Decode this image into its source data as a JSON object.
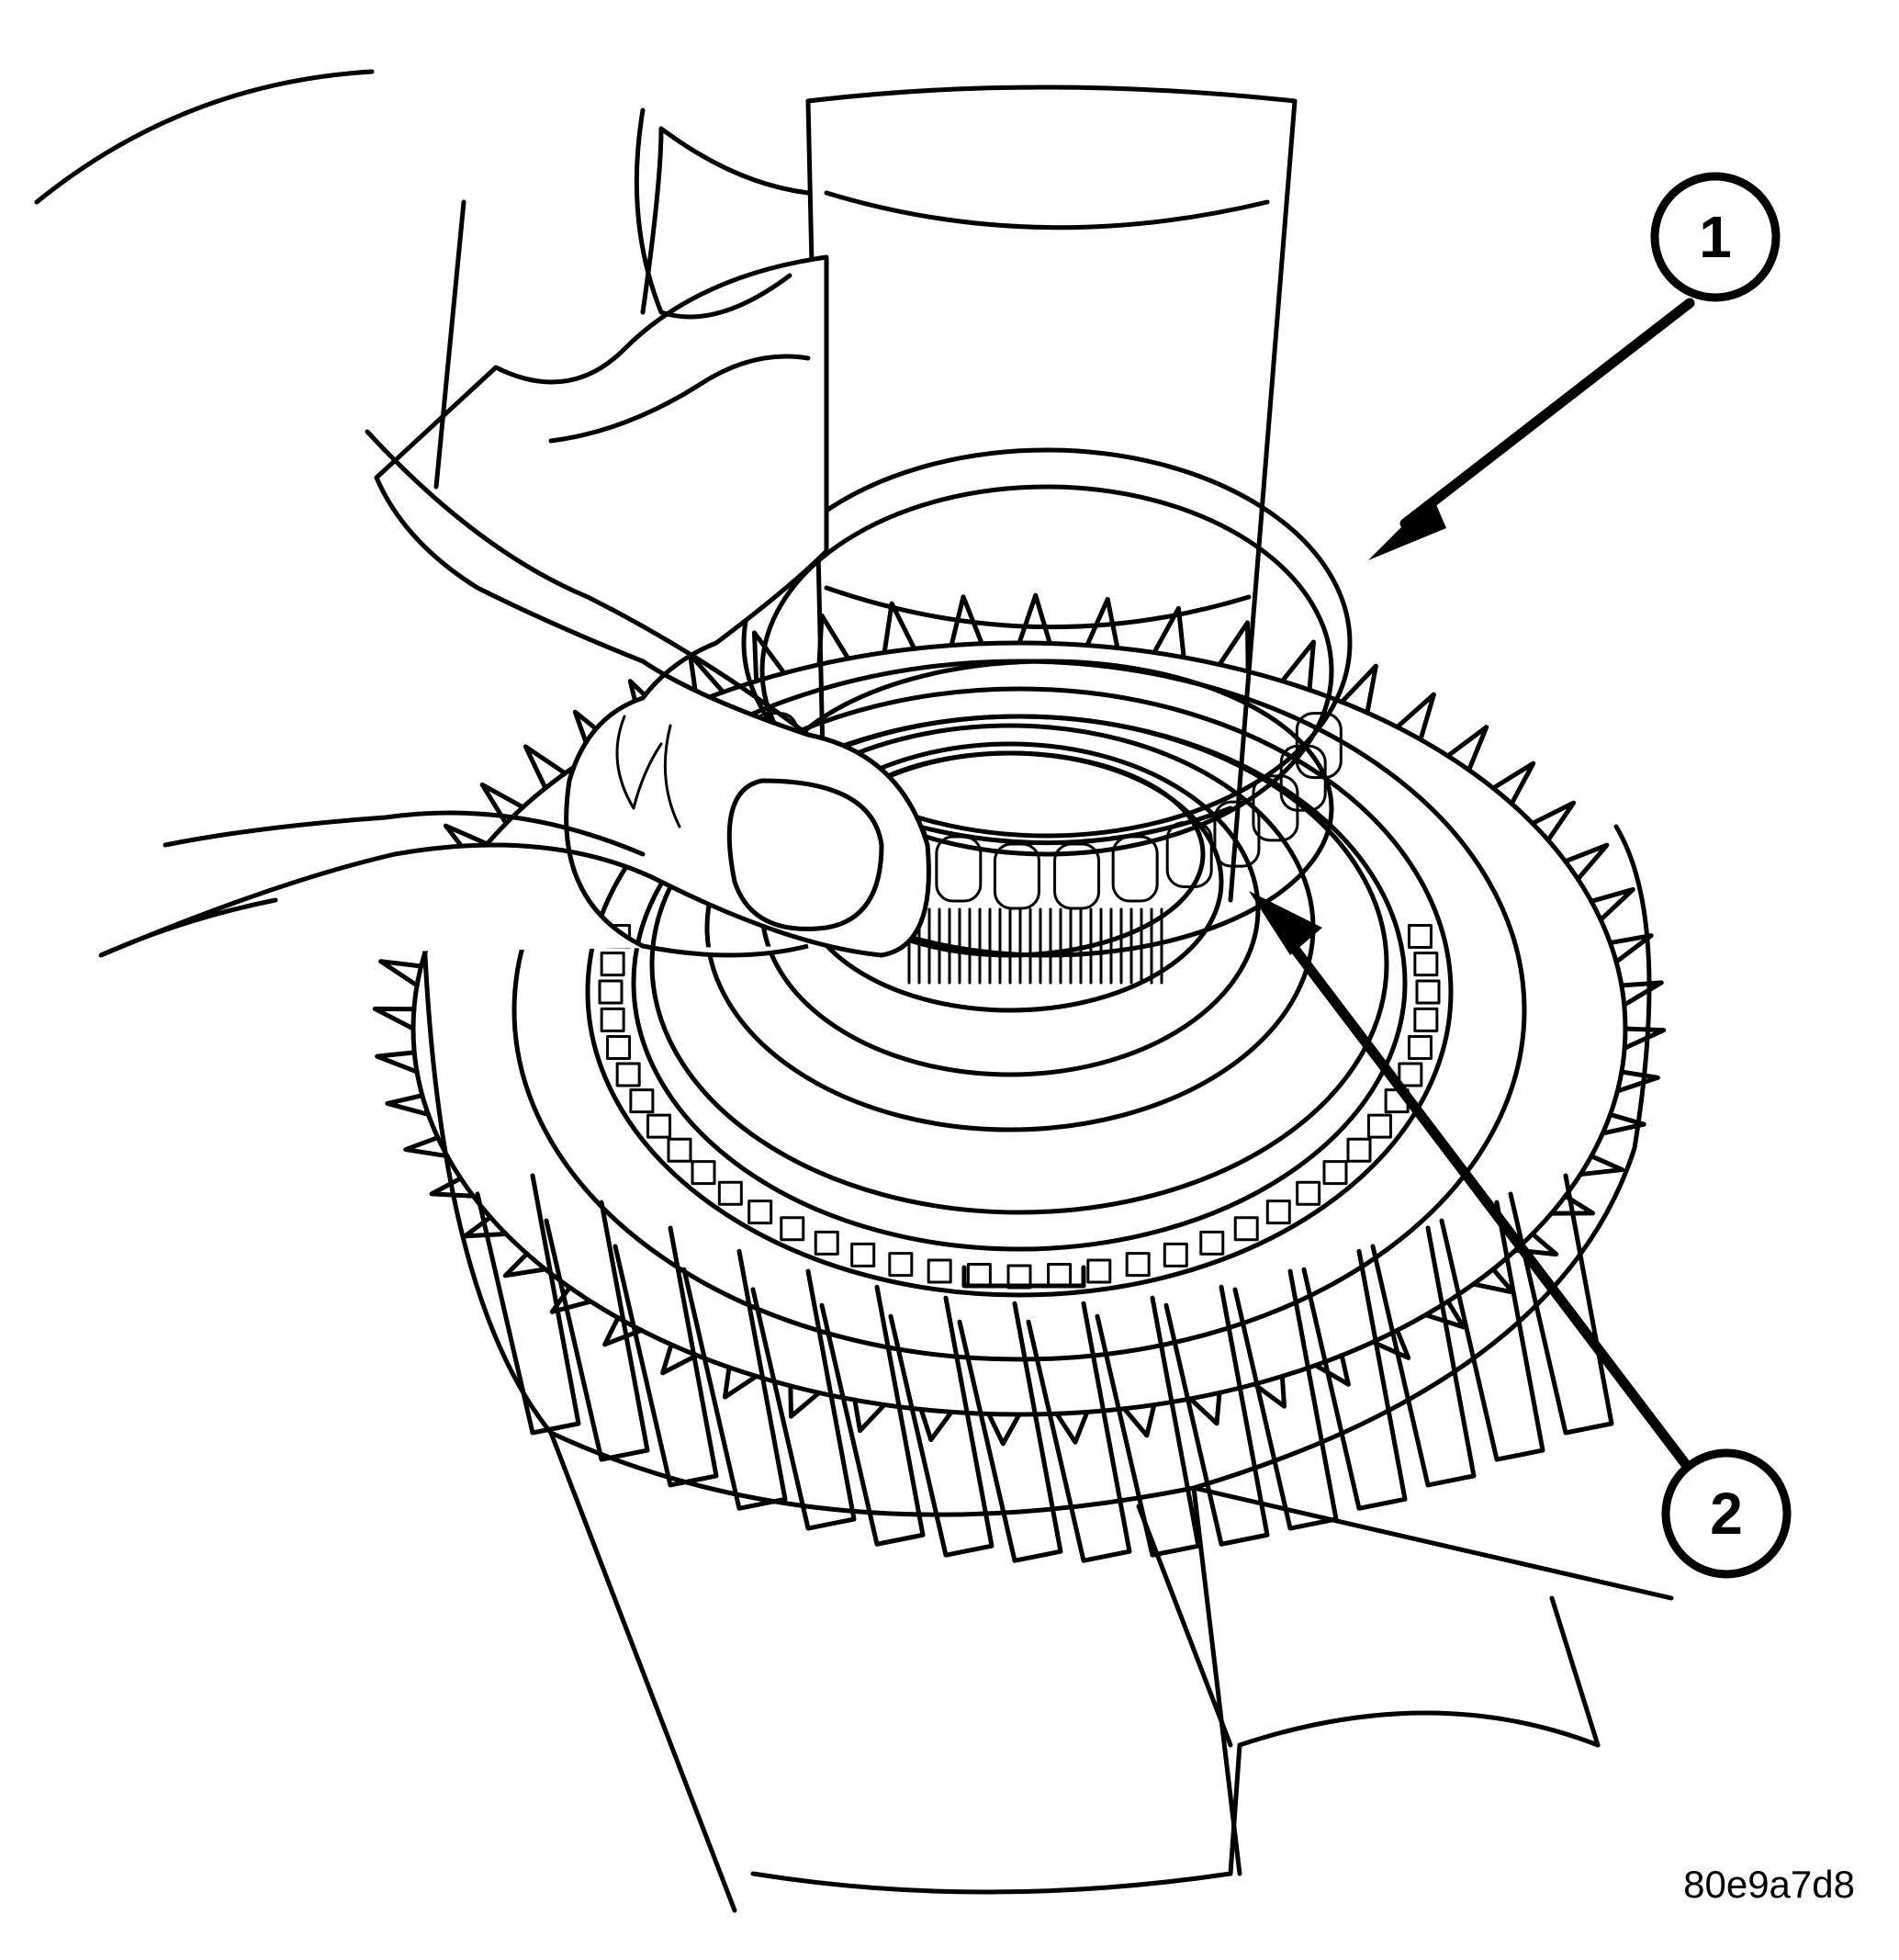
{
  "callouts": [
    {
      "id": "1",
      "label": "1"
    },
    {
      "id": "2",
      "label": "2"
    }
  ],
  "figure_code": "80e9a7d8"
}
